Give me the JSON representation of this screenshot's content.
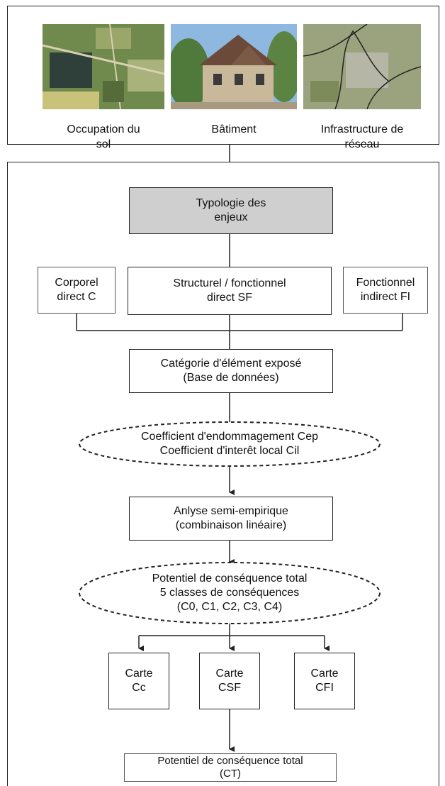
{
  "inputs": [
    {
      "label": "Occupation du\nsol",
      "icon": "aerial-land-photo"
    },
    {
      "label": "Bâtiment",
      "icon": "building-photo"
    },
    {
      "label": "Infrastructure de\nréseau",
      "icon": "network-map-photo"
    }
  ],
  "typology": "Typologie des\nenjeux",
  "impacts": {
    "corporel": "Corporel\ndirect C",
    "structurel": "Structurel / fonctionnel\ndirect SF",
    "fonctionnel": "Fonctionnel\nindirect FI"
  },
  "category": "Catégorie d'élément exposé\n(Base de données)",
  "coefficients": "Coefficient d'endommagement Cep\nCoefficient d'interêt local Cil",
  "analysis": "Anlyse semi-empirique\n(combinaison linéaire)",
  "potential": "Potentiel de conséquence total\n5 classes de conséquences\n(C0, C1, C2, C3, C4)",
  "maps": {
    "cc": "Carte\nCc",
    "csf": "Carte\nCSF",
    "cfi": "Carte\nCFI"
  },
  "total": "Potentiel de conséquence total\n(CT)",
  "colors": {
    "line": "#222222",
    "grey_box": "#cfcfcf"
  }
}
